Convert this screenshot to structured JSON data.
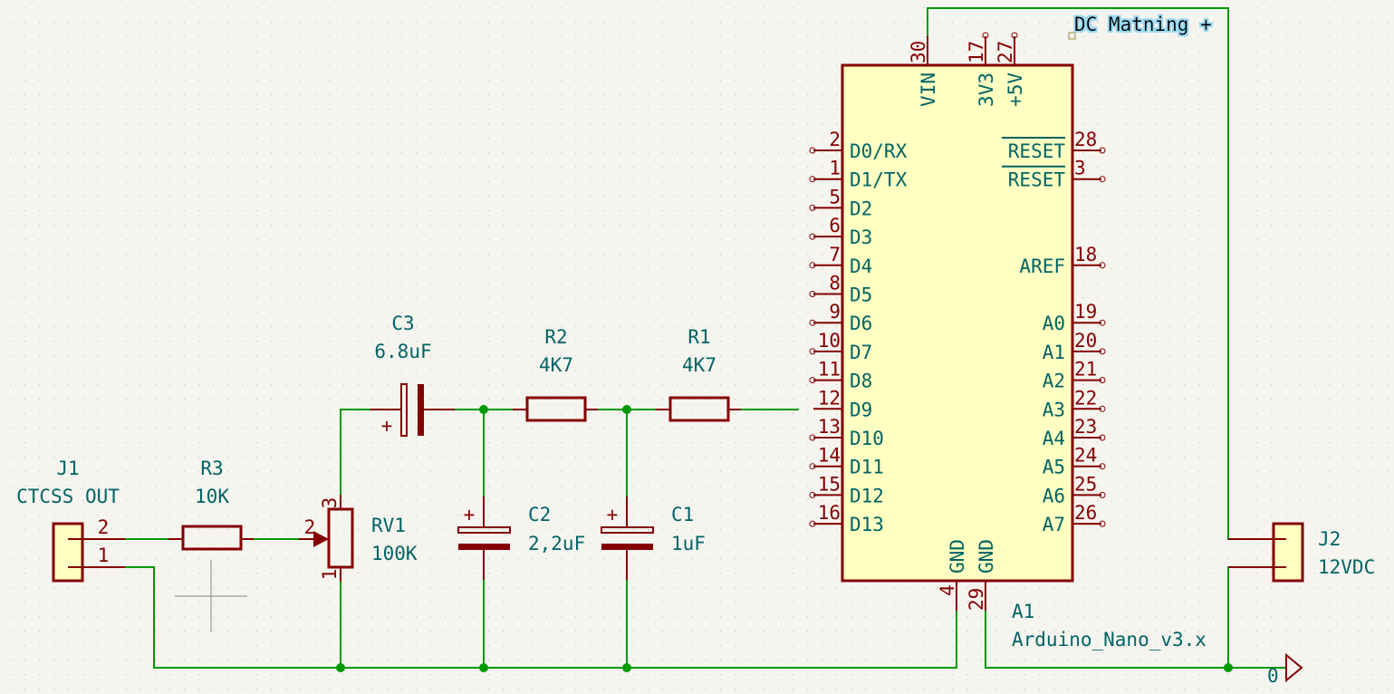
{
  "app": "KiCad Schematic Editor",
  "net_labels": {
    "dc_power": "DC Matning +",
    "ground": "0"
  },
  "components": {
    "J1": {
      "ref": "J1",
      "value": "CTCSS OUT",
      "pins": [
        "2",
        "1"
      ]
    },
    "J2": {
      "ref": "J2",
      "value": "12VDC"
    },
    "R3": {
      "ref": "R3",
      "value": "10K"
    },
    "R2": {
      "ref": "R2",
      "value": "4K7"
    },
    "R1": {
      "ref": "R1",
      "value": "4K7"
    },
    "RV1": {
      "ref": "RV1",
      "value": "100K",
      "pins": [
        "3",
        "2",
        "1"
      ]
    },
    "C3": {
      "ref": "C3",
      "value": "6.8uF",
      "polarity": "+"
    },
    "C2": {
      "ref": "C2",
      "value": "2,2uF",
      "polarity": "+"
    },
    "C1": {
      "ref": "C1",
      "value": "1uF",
      "polarity": "+"
    },
    "A1": {
      "ref": "A1",
      "value": "Arduino_Nano_v3.x",
      "top_pins": [
        {
          "num": "30",
          "name": "VIN"
        },
        {
          "num": "17",
          "name": "3V3"
        },
        {
          "num": "27",
          "name": "+5V"
        }
      ],
      "left_pins": [
        {
          "num": "2",
          "name": "D0/RX"
        },
        {
          "num": "1",
          "name": "D1/TX"
        },
        {
          "num": "5",
          "name": "D2"
        },
        {
          "num": "6",
          "name": "D3"
        },
        {
          "num": "7",
          "name": "D4"
        },
        {
          "num": "8",
          "name": "D5"
        },
        {
          "num": "9",
          "name": "D6"
        },
        {
          "num": "10",
          "name": "D7"
        },
        {
          "num": "11",
          "name": "D8"
        },
        {
          "num": "12",
          "name": "D9"
        },
        {
          "num": "13",
          "name": "D10"
        },
        {
          "num": "14",
          "name": "D11"
        },
        {
          "num": "15",
          "name": "D12"
        },
        {
          "num": "16",
          "name": "D13"
        }
      ],
      "right_pins": [
        {
          "num": "28",
          "name": "RESET",
          "overbar": true
        },
        {
          "num": "3",
          "name": "RESET",
          "overbar": true
        },
        {
          "num": "18",
          "name": "AREF"
        },
        {
          "num": "19",
          "name": "A0"
        },
        {
          "num": "20",
          "name": "A1"
        },
        {
          "num": "21",
          "name": "A2"
        },
        {
          "num": "22",
          "name": "A3"
        },
        {
          "num": "23",
          "name": "A4"
        },
        {
          "num": "24",
          "name": "A5"
        },
        {
          "num": "25",
          "name": "A6"
        },
        {
          "num": "26",
          "name": "A7"
        }
      ],
      "bottom_pins": [
        {
          "num": "4",
          "name": "GND"
        },
        {
          "num": "29",
          "name": "GND"
        }
      ]
    }
  },
  "colors": {
    "background": "#f5f4ef",
    "wire": "#009900",
    "component": "#840000",
    "component_fill": "#ffffc2",
    "text": "#006464",
    "label_highlight": "#9ad8f0"
  }
}
